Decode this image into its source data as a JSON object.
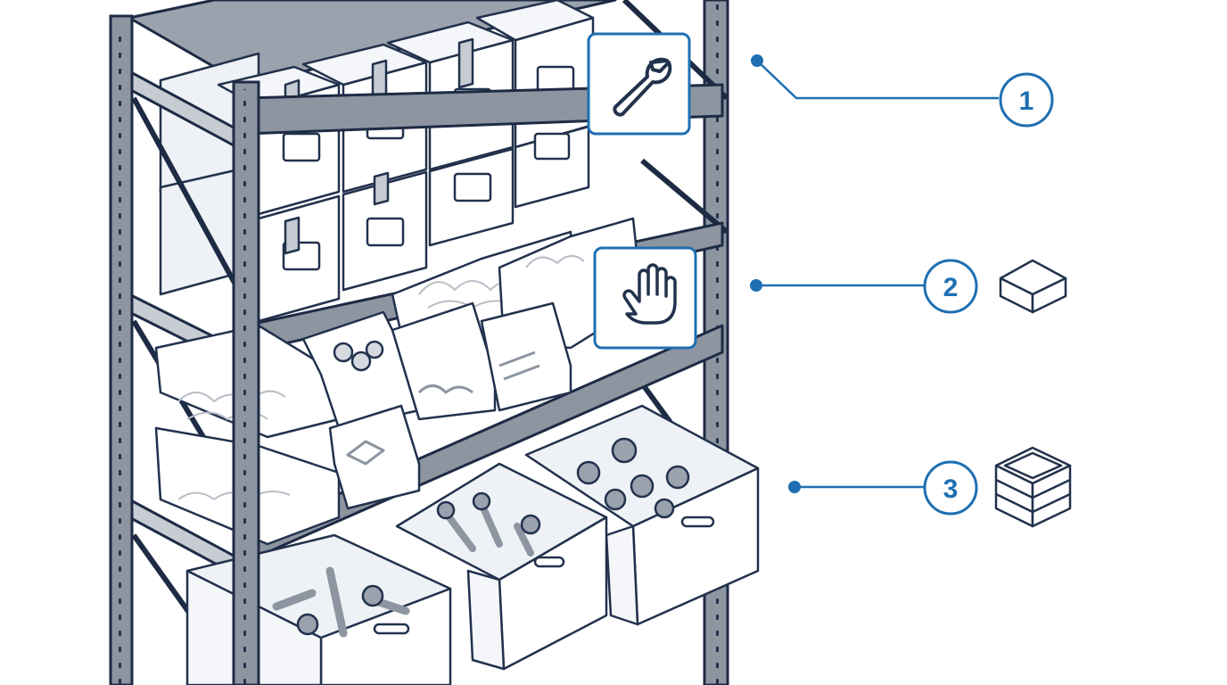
{
  "callouts": [
    {
      "number": "1",
      "icon": "wrench-icon",
      "shelf": "top-shelf-boxes"
    },
    {
      "number": "2",
      "icon": "hand-icon",
      "extra_icon": "box-icon",
      "shelf": "middle-shelf-bins"
    },
    {
      "number": "3",
      "extra_icon": "crate-icon",
      "shelf": "bottom-shelf-crates"
    }
  ],
  "colors": {
    "accent": "#1f6fb2",
    "frame": "#1d2b44",
    "steel": "#8d95a1",
    "steel_light": "#c7ccd3",
    "outline": "#22324d",
    "panel": "#eef1f5",
    "white": "#ffffff"
  }
}
